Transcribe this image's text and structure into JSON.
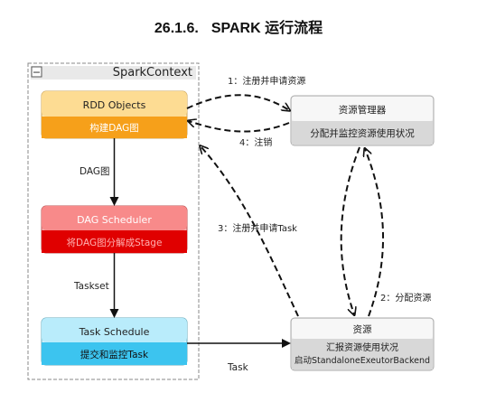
{
  "title": {
    "number": "26.1.6.",
    "text": "SPARK 运行流程"
  },
  "spark_context": {
    "label": "SparkContext",
    "collapse_glyph": "−"
  },
  "boxes": {
    "rdd": {
      "title": "RDD Objects",
      "subtitle": "构建DAG图",
      "color_top": "#fddc93",
      "color_bottom": "#f6a01a"
    },
    "dag": {
      "title": "DAG Scheduler",
      "subtitle": "将DAG图分解成Stage",
      "color_top": "#f88a8a",
      "color_bottom": "#e00000"
    },
    "task": {
      "title": "Task Schedule",
      "subtitle": "提交和监控Task",
      "color_top": "#b9ecfb",
      "color_bottom": "#3cc4ef"
    },
    "rm": {
      "title": "资源管理器",
      "subtitle": "分配并监控资源使用状况",
      "color_top": "#f4f4f4",
      "color_bottom": "#d8d8d8"
    },
    "res": {
      "title": "资源",
      "subtitle_line1": "汇报资源使用状况",
      "subtitle_line2": "启动StandaloneExeutorBackend",
      "color_top": "#f4f4f4",
      "color_bottom": "#d8d8d8"
    }
  },
  "edges": {
    "dag_label": "DAG图",
    "taskset_label": "Taskset",
    "task_label": "Task",
    "step1": "1：注册并申请资源",
    "step2": "2：分配资源",
    "step3": "3：注册并申请Task",
    "step4": "4：注销"
  }
}
